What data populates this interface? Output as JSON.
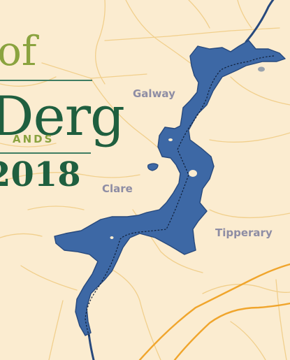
{
  "title": {
    "line1": "of",
    "line2": "Derg",
    "line3": "ANDS",
    "line4": "2018"
  },
  "counties": {
    "galway": "Galway",
    "clare": "Clare",
    "tipperary": "Tipperary"
  },
  "colors": {
    "background": "#fbecd0",
    "lake": "#3d68a5",
    "lake_outline": "#27497d",
    "minor_road": "#f1cf8c",
    "major_road": "#f0a52c",
    "title_dark": "#1f5f3f",
    "title_light": "#8aa33f",
    "county_label": "#8e8da4"
  }
}
